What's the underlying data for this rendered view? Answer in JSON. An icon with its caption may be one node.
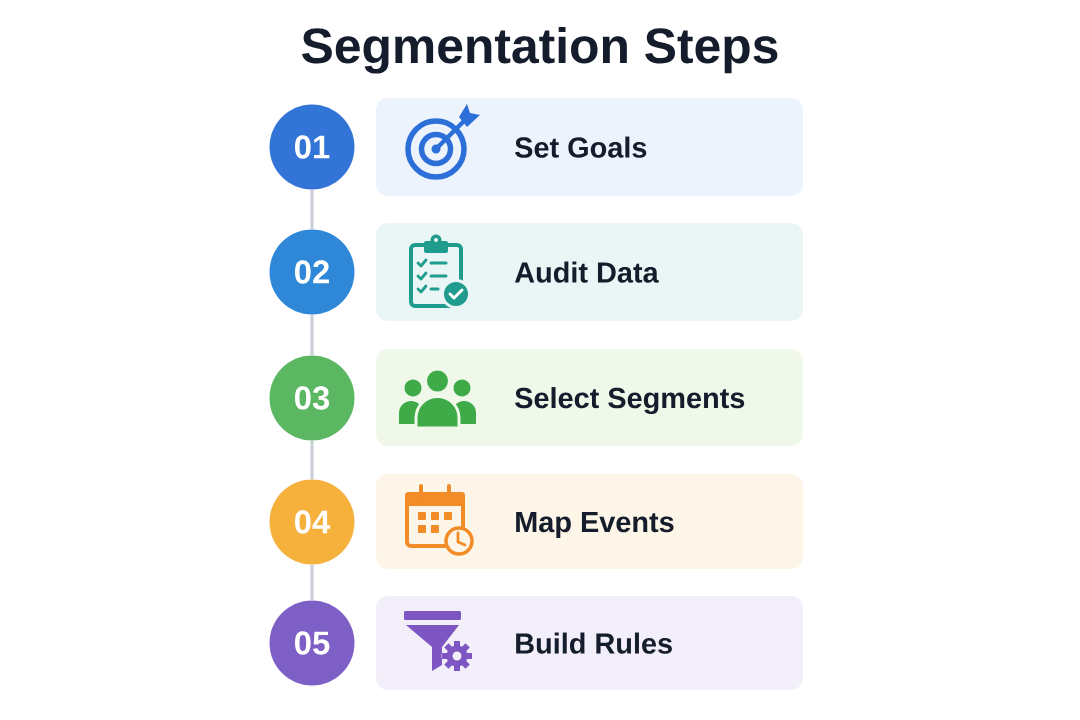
{
  "diagram": {
    "title": "Segmentation Steps",
    "nodes": [
      {
        "text": [
          "01"
        ]
      },
      {
        "text": [
          "Set Goals"
        ]
      },
      {
        "text": [
          "02"
        ]
      },
      {
        "text": [
          "Audit Data"
        ]
      },
      {
        "text": [
          "03"
        ]
      },
      {
        "text": [
          "Select Segments"
        ]
      },
      {
        "text": [
          "04"
        ]
      },
      {
        "text": [
          "Map Events"
        ]
      },
      {
        "text": [
          "05"
        ]
      },
      {
        "text": [
          "Build Rules"
        ]
      }
    ],
    "edges": [
      {
        "from": 0,
        "to": 2,
        "arrow": "none"
      },
      {
        "from": 2,
        "to": 4,
        "arrow": "none"
      },
      {
        "from": 4,
        "to": 6,
        "arrow": "none"
      },
      {
        "from": 6,
        "to": 8,
        "arrow": "none"
      }
    ]
  }
}
